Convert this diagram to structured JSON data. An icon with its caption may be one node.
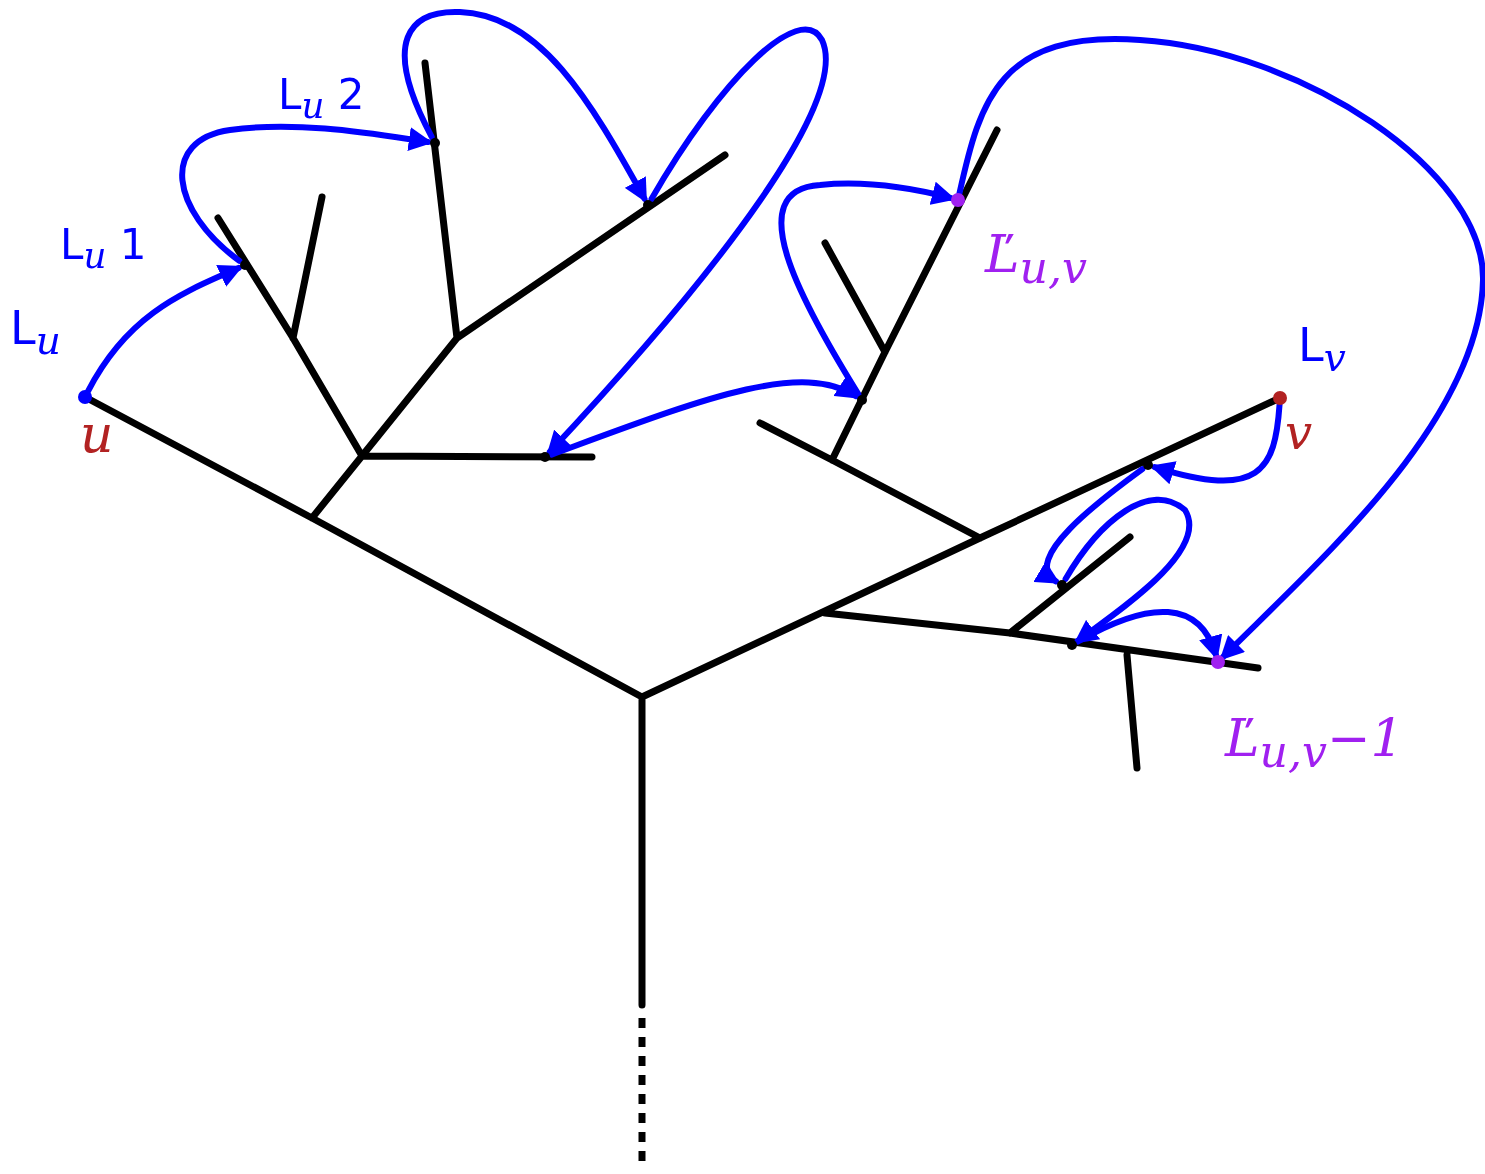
{
  "diagram": {
    "nodes": [
      {
        "text": [],
        "shape": "circle",
        "beside": [
          "L$_{u}$",
          "u"
        ]
      },
      {
        "text": [],
        "shape": "point",
        "beside": [
          "L$_{u}$ 1"
        ]
      },
      {
        "text": [],
        "shape": "point",
        "beside": [
          "L$_{u}$ 2"
        ]
      },
      {
        "text": [],
        "shape": "point"
      },
      {
        "text": [],
        "shape": "point"
      },
      {
        "text": [],
        "shape": "point"
      },
      {
        "text": [],
        "shape": "circle",
        "beside": [
          "Ľ$_{u,v}$"
        ]
      },
      {
        "text": [],
        "shape": "circle",
        "beside": [
          "Ľ$_{u,v}$−1"
        ]
      },
      {
        "text": [],
        "shape": "circle",
        "beside": [
          "L$_{v}$",
          "v"
        ]
      },
      {
        "text": [],
        "shape": "point"
      },
      {
        "text": [],
        "shape": "point"
      },
      {
        "text": [],
        "shape": "point"
      }
    ],
    "edges": [
      {
        "from": 0,
        "to": 1,
        "arrow": "to"
      },
      {
        "from": 1,
        "to": 2,
        "arrow": "to"
      },
      {
        "from": 2,
        "to": 3,
        "arrow": "to"
      },
      {
        "from": 3,
        "to": 4,
        "arrow": "to"
      },
      {
        "from": 4,
        "to": 5,
        "arrow": "to"
      },
      {
        "from": 5,
        "to": 6,
        "arrow": "to"
      },
      {
        "from": 6,
        "to": 7,
        "arrow": "to"
      },
      {
        "from": 8,
        "to": 9,
        "arrow": "to"
      },
      {
        "from": 9,
        "to": 10,
        "arrow": "to"
      },
      {
        "from": 10,
        "to": 11,
        "arrow": "to"
      },
      {
        "from": 11,
        "to": 7,
        "arrow": "to"
      }
    ]
  }
}
